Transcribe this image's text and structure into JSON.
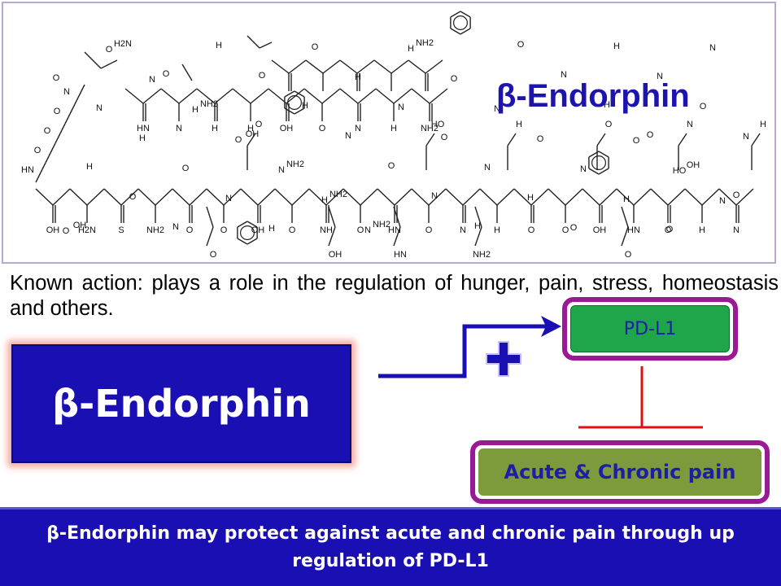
{
  "structure": {
    "title": "β-Endorphin",
    "atom_labels": [
      "OH",
      "H2N",
      "S",
      "NH2",
      "O",
      "O",
      "OH",
      "O",
      "NH",
      "O",
      "HN",
      "O",
      "N",
      "H",
      "O",
      "O",
      "OH",
      "HN",
      "O",
      "H",
      "N",
      "HN",
      "N",
      "H",
      "H",
      "OH",
      "O",
      "N",
      "H",
      "NH2",
      "HN",
      "O",
      "O",
      "O",
      "N",
      "O",
      "HO",
      "H",
      "O",
      "N",
      "H",
      "O",
      "OH",
      "HN",
      "NH2",
      "O",
      "O",
      "HO",
      "N",
      "O",
      "O",
      "N",
      "H",
      "O",
      "N",
      "H",
      "N",
      "H",
      "O",
      "N",
      "O",
      "N",
      "H",
      "O",
      "N",
      "O",
      "N",
      "H",
      "O",
      "N",
      "H",
      "O",
      "H",
      "N",
      "O",
      "N",
      "H",
      "O",
      "H",
      "N",
      "O",
      "N",
      "H",
      "O",
      "N",
      "H",
      "O",
      "H",
      "N",
      "O",
      "N",
      "H",
      "O",
      "N",
      "H",
      "O",
      "OH",
      "O",
      "OH",
      "H2N",
      "O",
      "NH2",
      "OH",
      "NH2",
      "NH2",
      "NH2",
      "NH2"
    ]
  },
  "known_action": "Known action: plays a role in the regulation of hunger, pain, stress, homeostasis and others.",
  "endorphin_box": {
    "label": "β-Endorphin"
  },
  "pdl1_box": {
    "label": "PD-L1"
  },
  "pain_box": {
    "label": "Acute & Chronic pain"
  },
  "footer": {
    "text": "β-Endorphin may protect against acute and chronic pain through up regulation of PD-L1"
  },
  "colors": {
    "title_blue": "#1d14b0",
    "box_blue": "#1a0fb3",
    "frame_purple": "#9a1a96",
    "pdl1_green": "#1fa54a",
    "pain_olive": "#7d9a3c",
    "inhibit_red": "#e01010",
    "glow_salmon": "#f5a9a0"
  },
  "icons": {
    "activation": "plus-icon",
    "arrow": "elbow-arrow",
    "inhibition": "t-bar-inhibition"
  }
}
